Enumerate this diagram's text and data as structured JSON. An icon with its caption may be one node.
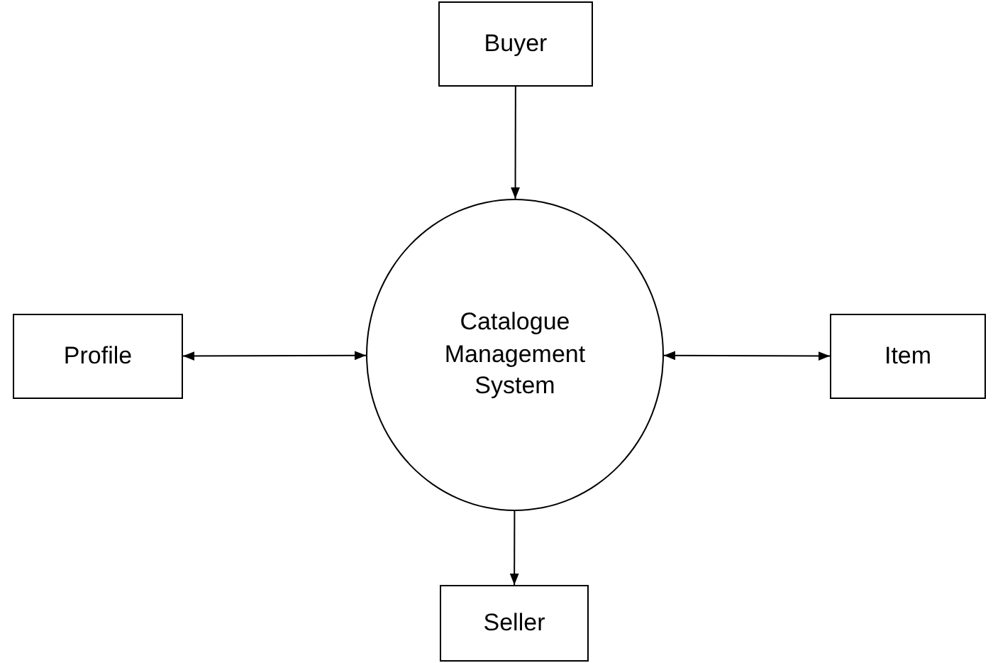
{
  "diagram": {
    "nodes": [
      {
        "text": [
          "Buyer"
        ]
      },
      {
        "text": [
          "Profile"
        ]
      },
      {
        "text": [
          "Catalogue Management System"
        ]
      },
      {
        "text": [
          "Item"
        ]
      },
      {
        "text": [
          "Seller"
        ]
      }
    ],
    "edges": [
      {
        "from": 0,
        "to": 2,
        "arrow": "to"
      },
      {
        "from": 1,
        "to": 2,
        "arrow": "both"
      },
      {
        "from": 2,
        "to": 3,
        "arrow": "both"
      },
      {
        "from": 2,
        "to": 4,
        "arrow": "to"
      }
    ]
  }
}
